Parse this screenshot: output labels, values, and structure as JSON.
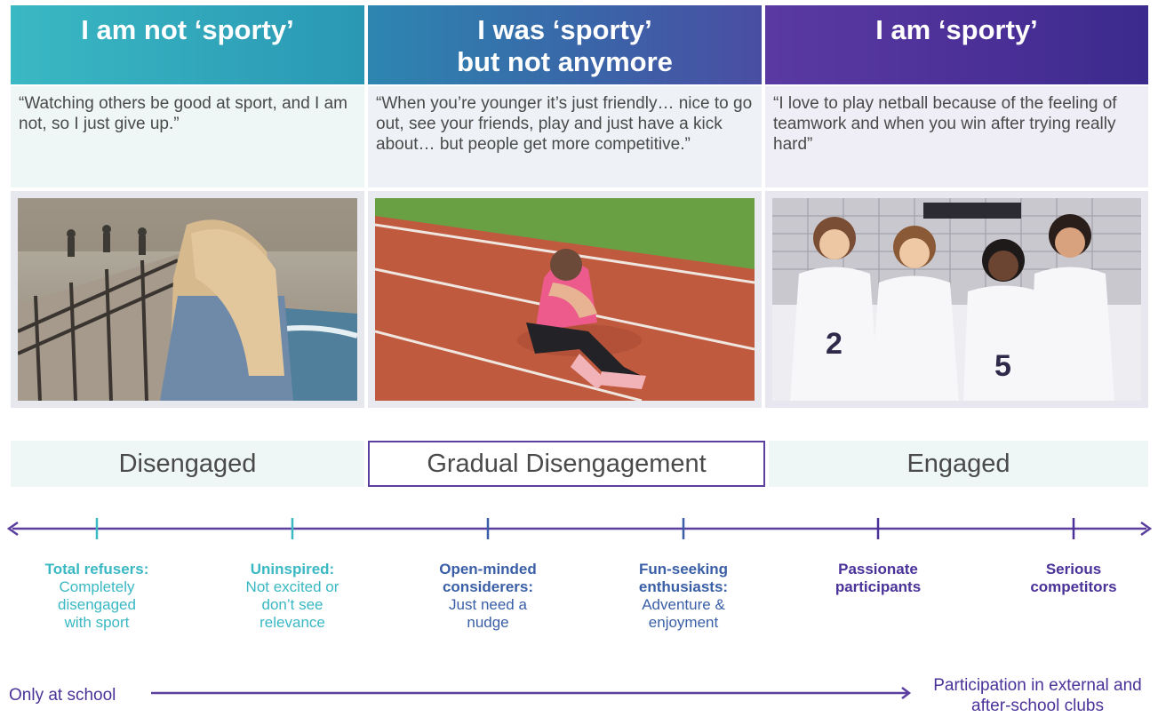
{
  "headers": {
    "col1": "I am not ‘sporty’",
    "col2": "I was ‘sporty’\nbut not anymore",
    "col3": "I am ‘sporty’"
  },
  "quotes": {
    "col1": "“Watching others be good at sport, and I am not, so I just give up.”",
    "col2": "“When you’re younger it’s just friendly… nice to go out, see your friends, play and just have a kick about… but people get more competitive.”",
    "col3": "“I love to play netball because of the feeling of teamwork and when you win after trying really hard”"
  },
  "bands": {
    "b1": "Disengaged",
    "b2": "Gradual Disengagement",
    "b3": "Engaged"
  },
  "segments": [
    {
      "title": "Total refusers:",
      "desc": "Completely disengaged with sport"
    },
    {
      "title": "Uninspired:",
      "desc": "Not excited or don’t see relevance"
    },
    {
      "title": "Open-minded considerers:",
      "desc": "Just need a nudge"
    },
    {
      "title": "Fun-seeking enthusiasts:",
      "desc": "Adventure & enjoyment"
    },
    {
      "title": "Passionate participants",
      "desc": ""
    },
    {
      "title": "Serious competitors",
      "desc": ""
    }
  ],
  "footer": {
    "left": "Only at school",
    "right": "Participation in external and after-school clubs"
  },
  "colors": {
    "teal": "#3ab8c3",
    "blue": "#3a5fa6",
    "purple": "#4a3299"
  }
}
